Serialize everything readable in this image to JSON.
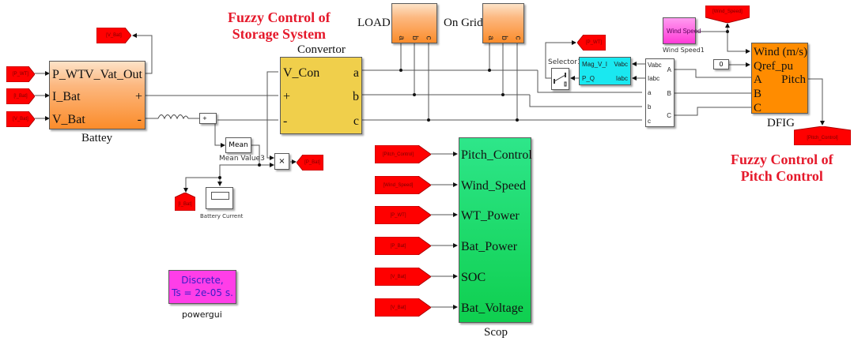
{
  "annotations": {
    "storage_title": [
      "Fuzzy Control of",
      "Storage System"
    ],
    "pitch_title": [
      "Fuzzy Control of",
      "Pitch Control"
    ]
  },
  "battery": {
    "name": "Battey",
    "inputs": [
      "P_WT",
      "I_Bat",
      "V_Bat"
    ],
    "outputs": [
      "V_Vat_Out",
      "+",
      "-"
    ]
  },
  "convertor": {
    "name": "Convertor",
    "inputs": [
      "V_Con",
      "+",
      "-"
    ],
    "outputs": [
      "a",
      "b",
      "c"
    ]
  },
  "load": {
    "name": "LOAD",
    "ports": [
      "a",
      "b",
      "c"
    ]
  },
  "grid": {
    "name": "On Grid",
    "ports": [
      "a",
      "b",
      "c"
    ]
  },
  "selector": {
    "name": "Selector1"
  },
  "pq_block": {
    "ports_left": [
      "Mag_V_I",
      "P_Q"
    ],
    "ports_right": [
      "Vabc",
      "Iabc"
    ]
  },
  "measurement": {
    "ports_left": [
      "Vabc",
      "Iabc",
      "a",
      "b",
      "c"
    ],
    "ports_right": [
      "A",
      "B",
      "C"
    ]
  },
  "wind_speed": {
    "label": "Wind Speed",
    "name": "Wind Speed1"
  },
  "constant": {
    "value": "0"
  },
  "dfig": {
    "name": "DFIG",
    "inputs": [
      "Wind (m/s)",
      "Qref_pu",
      "A",
      "B",
      "C"
    ],
    "output": "Pitch"
  },
  "mean": {
    "label": "Mean",
    "name": "Mean Value3"
  },
  "product": {
    "symbol": "×"
  },
  "sum": {
    "symbol": "+"
  },
  "scope_small": {
    "name": "Battery Current"
  },
  "scope": {
    "name": "Scop",
    "inputs": [
      "Pitch_Control",
      "Wind_Speed",
      "WT_Power",
      "Bat_Power",
      "SOC",
      "Bat_Voltage"
    ]
  },
  "powergui": {
    "line1": "Discrete,",
    "line2": "Ts = 2e-05 s.",
    "name": "powergui"
  },
  "tags": {
    "from_pwt_left": "[P_WT]",
    "from_ibat_left": "[I_Bat]",
    "from_vbat_left": "[V_Bat]",
    "goto_vbat": "[V_Bat]",
    "goto_pbat": "[P_Bat]",
    "goto_ibat": "[I_Bat]",
    "goto_pwt": "[P_WT]",
    "goto_wind": "[Wind_Speed]",
    "goto_pitch": "[Pitch_Control]",
    "scope_tags": [
      "[Pitch_Control]",
      "[Wind_Speed]",
      "[P_WT]",
      "[P_Bat]",
      "[V_Bat]",
      "[V_Bat]"
    ]
  },
  "colors": {
    "tag_red": "#ff0000",
    "title_red": "#e5192b",
    "convertor_yellow": "#f0cf4b",
    "scope_green": "#15d65a",
    "dfig_orange": "#ff8c00",
    "pq_cyan": "#1ae8f0",
    "powergui_magenta": "#ff3ee8"
  }
}
